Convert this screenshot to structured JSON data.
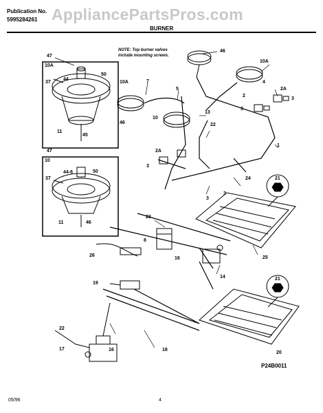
{
  "header": {
    "publication_label": "Publication No.",
    "publication_number": "5995284261",
    "watermark": "AppliancePartsPros.com",
    "section_title": "BURNER"
  },
  "note": {
    "line1": "NOTE: Top burner valves",
    "line2": "include mounting screws."
  },
  "diagram_code": "P24B0011",
  "footer": {
    "date": "05/96",
    "page": "4"
  },
  "callouts": {
    "c1": "1",
    "c2": "2",
    "c2a": "2A",
    "c3": "3",
    "c4": "4",
    "c5": "5",
    "c7": "7",
    "c8": "8",
    "c10": "10",
    "c10a": "10A",
    "c11": "11",
    "c13": "13",
    "c14": "14",
    "c16": "16",
    "c17": "17",
    "c18": "18",
    "c19": "19",
    "c20": "20",
    "c21": "21",
    "c22": "22",
    "c23": "23",
    "c24": "24",
    "c25": "25",
    "c26": "26",
    "c37": "37",
    "c44": "44",
    "c45": "45",
    "c46": "46",
    "c47": "47",
    "c50": "50",
    "c44_6": "44-6"
  },
  "colors": {
    "ink": "#000000",
    "watermark": "#c8c8c8",
    "background": "#ffffff"
  }
}
